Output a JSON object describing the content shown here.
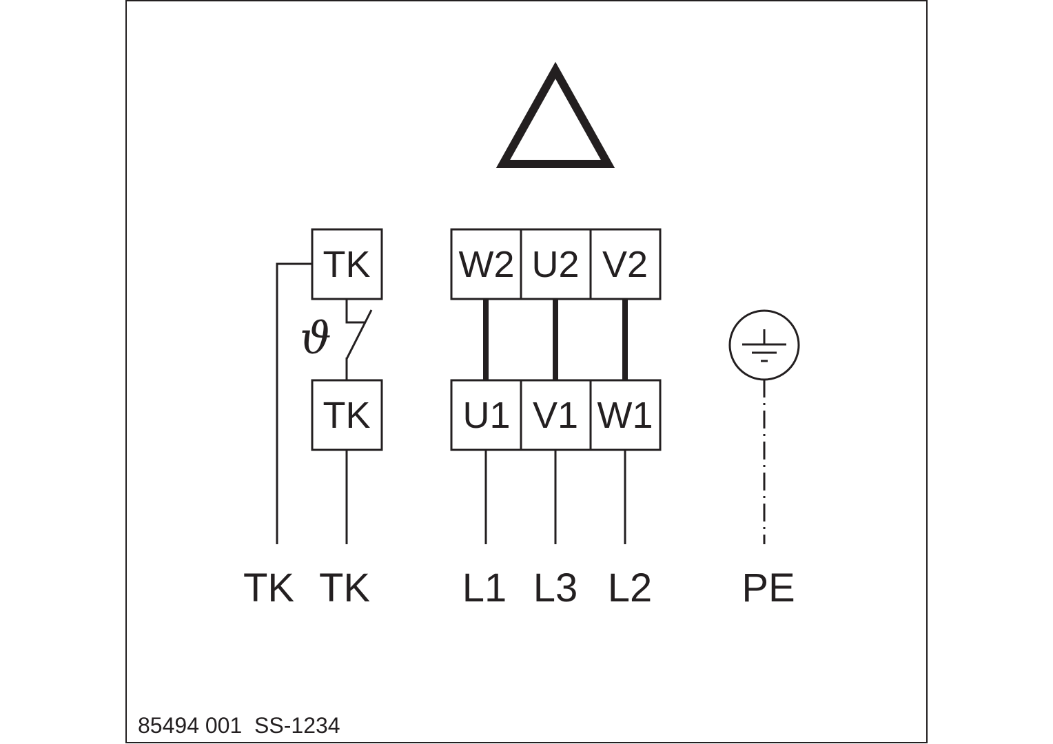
{
  "diagram": {
    "connection_symbol": "delta",
    "thermal_terminals": {
      "upper": "TK",
      "lower": "TK",
      "switch_symbol": "ϑ"
    },
    "terminal_block": {
      "top_row": [
        "W2",
        "U2",
        "V2"
      ],
      "bottom_row": [
        "U1",
        "V1",
        "W1"
      ]
    },
    "bottom_labels": {
      "tk_left": "TK",
      "tk_right": "TK",
      "l1": "L1",
      "l3": "L3",
      "l2": "L2",
      "pe": "PE"
    },
    "document_code": "85494 001  SS-1234",
    "colors": {
      "line": "#231f20",
      "background": "#ffffff"
    }
  }
}
